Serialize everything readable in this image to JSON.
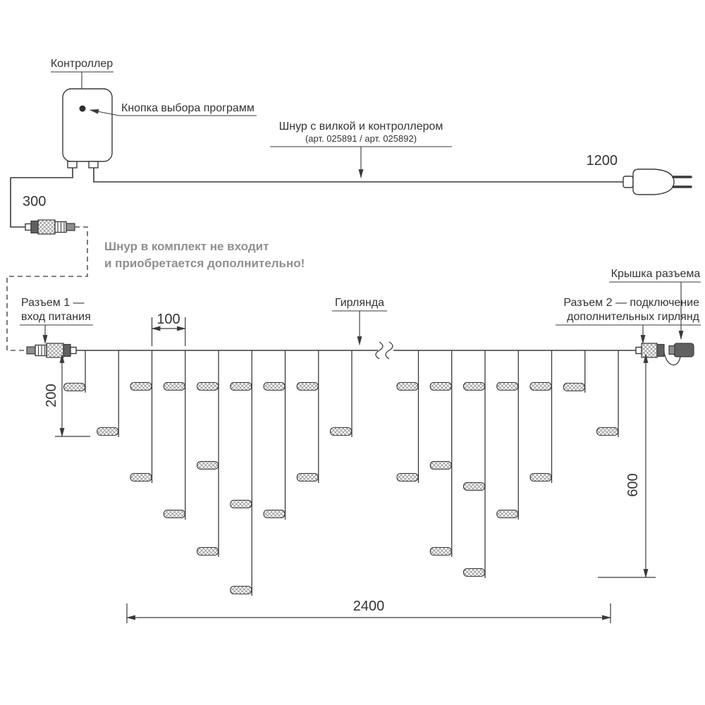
{
  "labels": {
    "controller": "Контроллер",
    "program_button": "Кнопка выбора программ",
    "cord": "Шнур с вилкой и контроллером",
    "cord_art": "(арт. 025891 / арт. 025892)",
    "not_included_line1": "Шнур в комплект не входит",
    "not_included_line2": "и приобретается дополнительно!",
    "connector1_line1": "Разъем 1 —",
    "connector1_line2": "вход питания",
    "garland": "Гирлянда",
    "cap": "Крышка разъема",
    "connector2_line1": "Разъем 2 — подключение",
    "connector2_line2": "дополнительных гирлянд"
  },
  "dimensions": {
    "cord_to_plug": "1200",
    "cord_to_connector": "300",
    "drop_spacing": "100",
    "short_drop": "200",
    "long_drop": "600",
    "garland_length": "2400"
  },
  "colors": {
    "line": "#3a3a3a",
    "muted_text": "#8f8f8f",
    "background": "#ffffff"
  }
}
